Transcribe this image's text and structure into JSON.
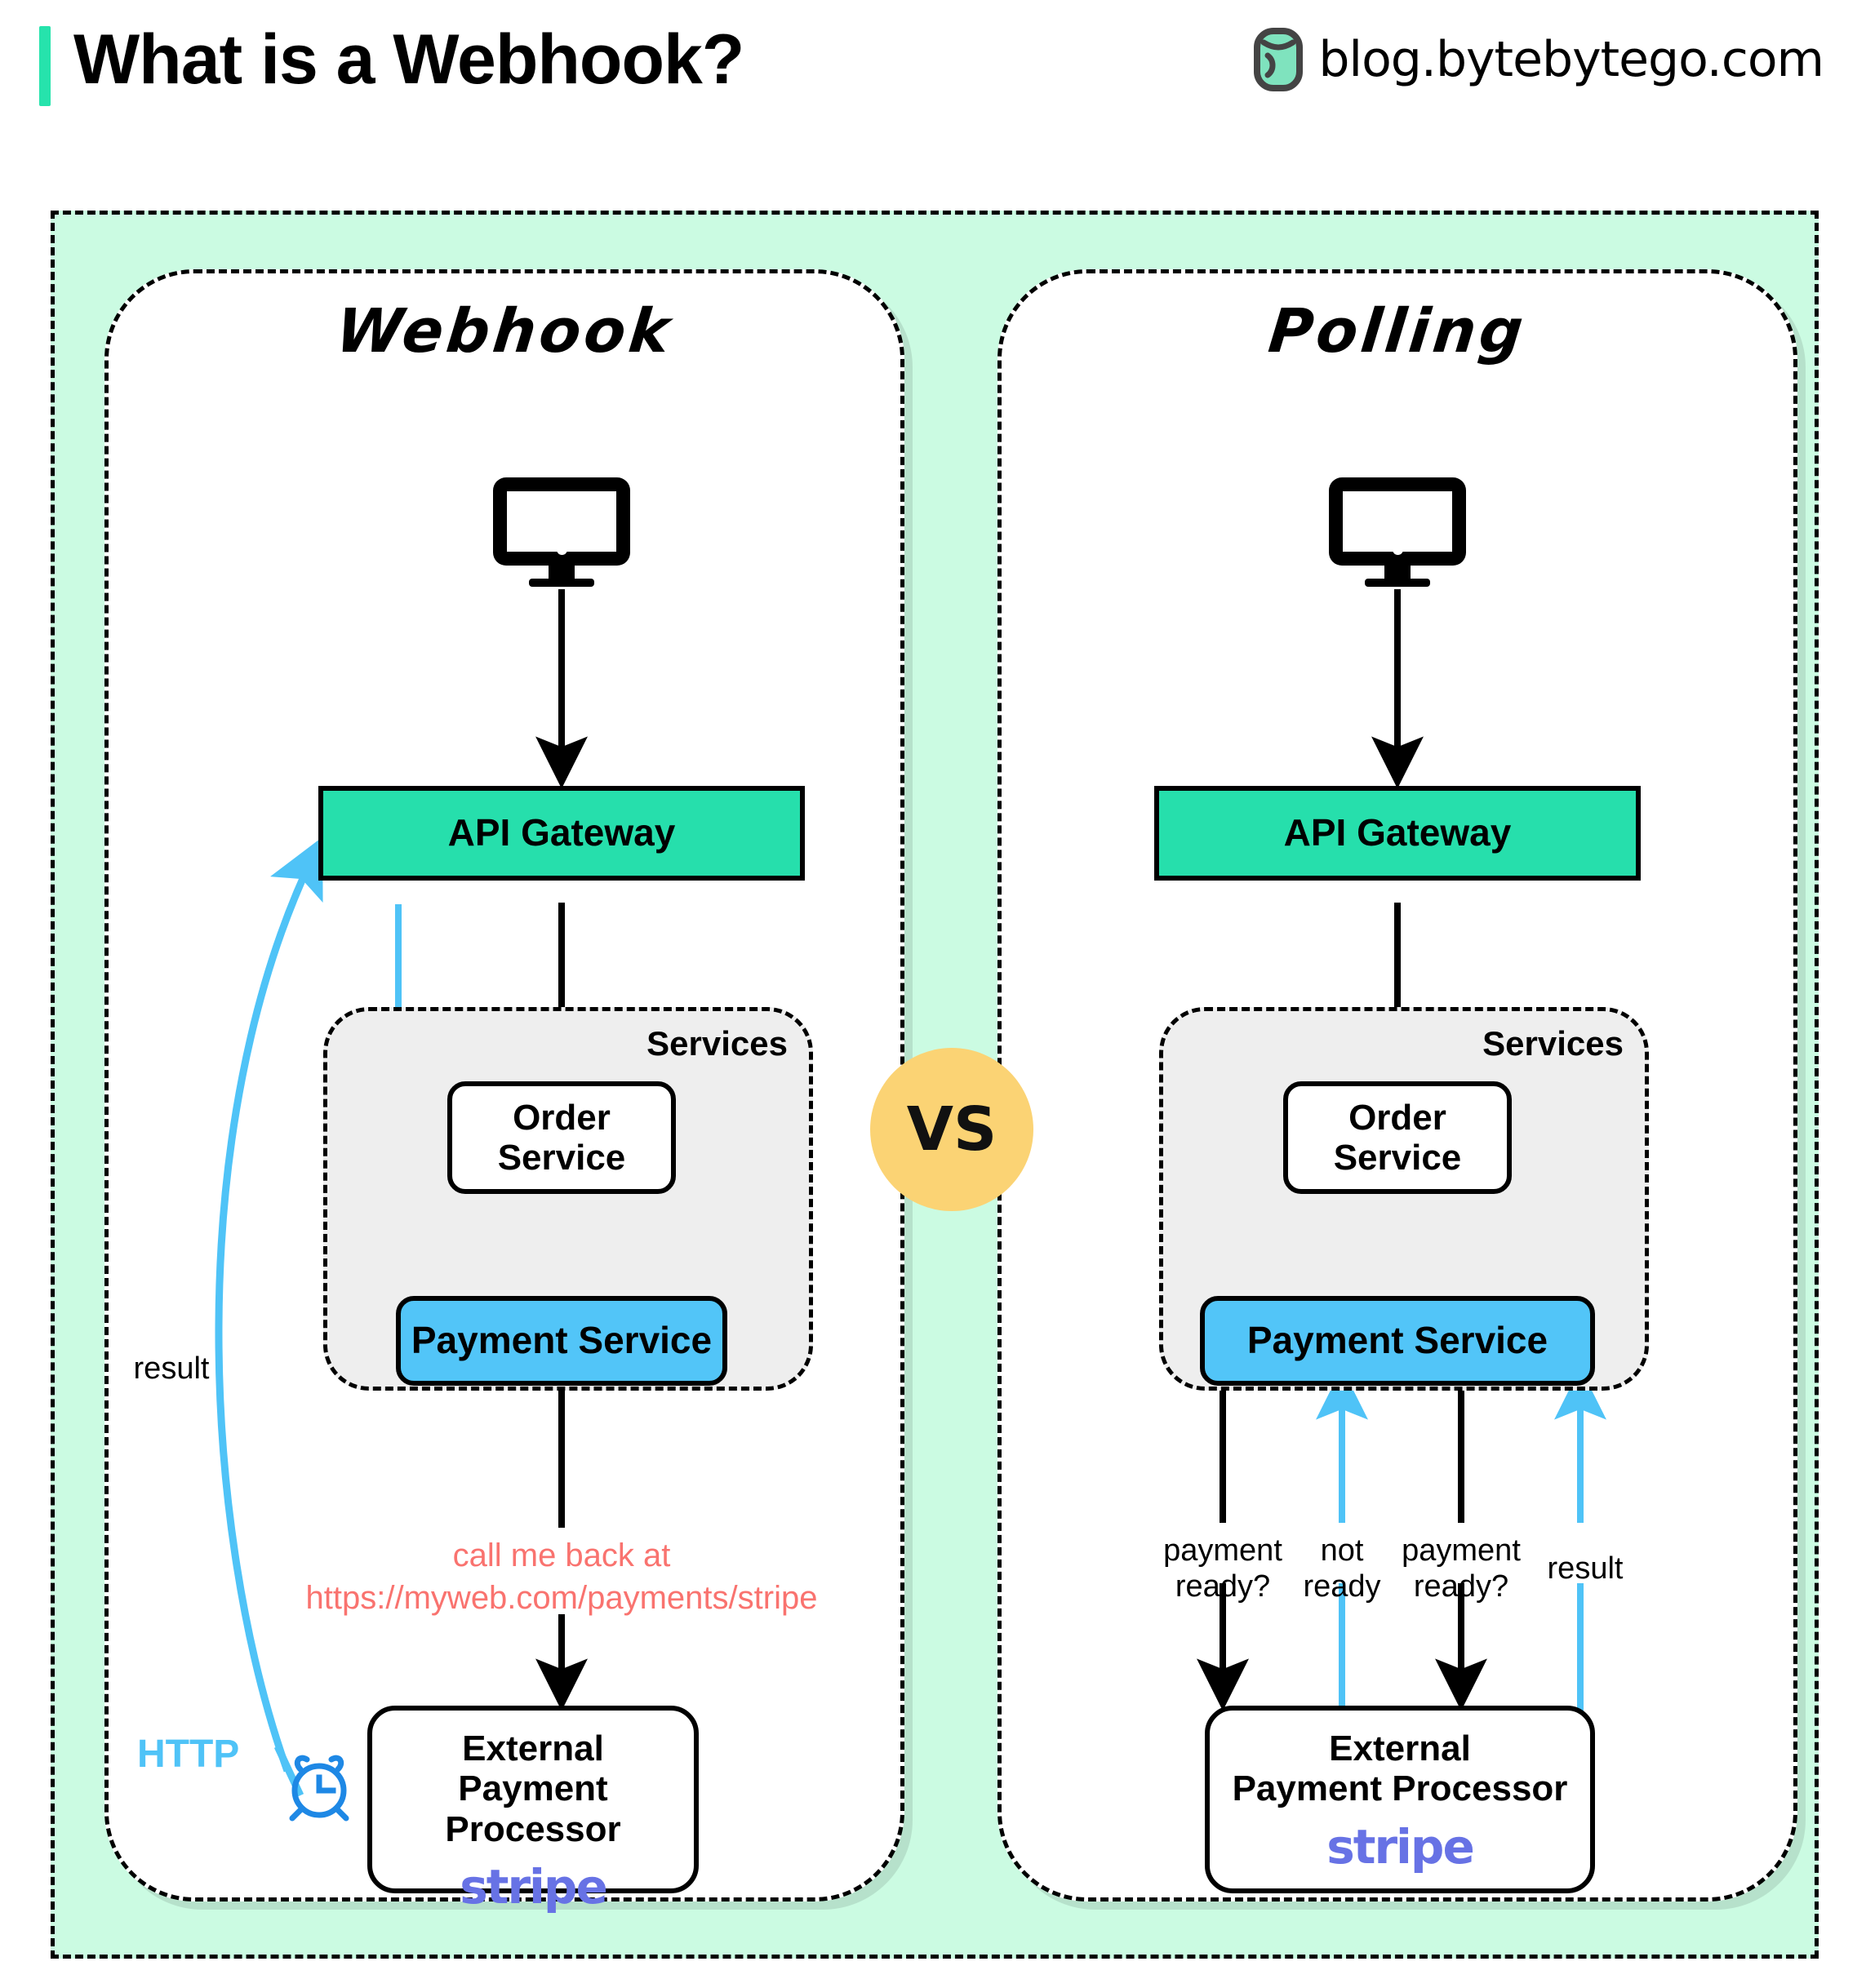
{
  "header": {
    "title": "What is a Webhook?",
    "brand_text": "blog.bytebytego.com",
    "accent_color": "#26E3AC",
    "logo_icon": "bytebytego-logo-icon"
  },
  "theme": {
    "frame_background": "#CBFBE2",
    "gateway_color": "#26DFAC",
    "payment_service_color": "#52C5F8",
    "services_group_color": "#EEEEEE",
    "vs_badge_color": "#FBD374",
    "callback_text_color": "#F9736F",
    "http_label_color": "#4FC3F7",
    "clock_icon_color": "#1E88E5",
    "stripe_color": "#6772E5",
    "arrow_black": "#000000",
    "arrow_blue": "#4FC3F7"
  },
  "vs_badge": {
    "label": "VS"
  },
  "panels": [
    {
      "id": "webhook",
      "title": "Webhook",
      "client_icon": "monitor-icon",
      "gateway": {
        "label": "API Gateway"
      },
      "services": {
        "group_label": "Services",
        "order_service": {
          "label": "Order\nService"
        },
        "payment_service": {
          "label": "Payment Service"
        }
      },
      "callback_note": {
        "line1": "call me back at",
        "line2": "https://myweb.com/payments/stripe"
      },
      "processor": {
        "line1": "External",
        "line2": "Payment Processor",
        "watermark": "stripe"
      },
      "annotations": {
        "result_label": "result",
        "http_label": "HTTP",
        "clock_icon": "alarm-clock-icon"
      }
    },
    {
      "id": "polling",
      "title": "Polling",
      "client_icon": "monitor-icon",
      "gateway": {
        "label": "API Gateway"
      },
      "services": {
        "group_label": "Services",
        "order_service": {
          "label": "Order\nService"
        },
        "payment_service": {
          "label": "Payment Service"
        }
      },
      "processor": {
        "line1": "External",
        "line2": "Payment Processor",
        "watermark": "stripe"
      },
      "poll_labels": [
        {
          "id": "poll-request-1",
          "text": "payment\nready?",
          "direction": "down",
          "color": "#000000"
        },
        {
          "id": "poll-response-1",
          "text": "not\nready",
          "direction": "up",
          "color": "#4FC3F7"
        },
        {
          "id": "poll-request-2",
          "text": "payment\nready?",
          "direction": "down",
          "color": "#000000"
        },
        {
          "id": "poll-response-2",
          "text": "result",
          "direction": "up",
          "color": "#4FC3F7"
        }
      ]
    }
  ]
}
